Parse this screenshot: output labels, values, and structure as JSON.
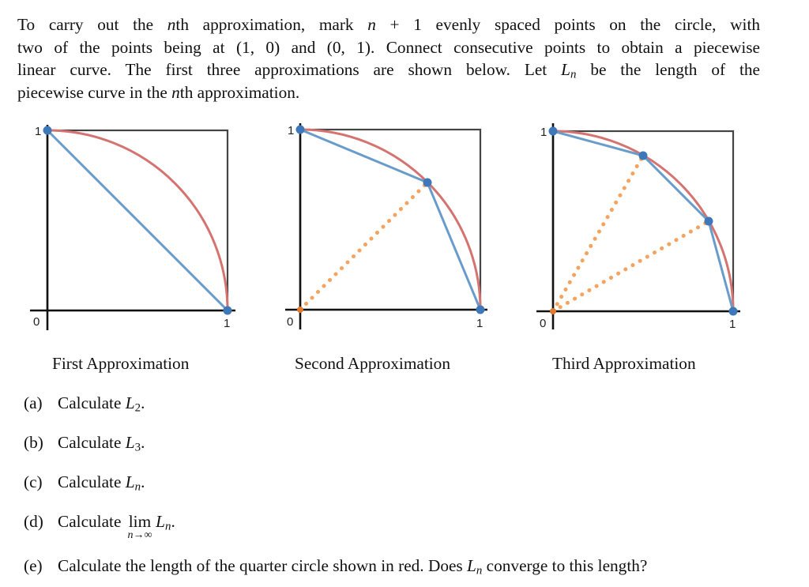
{
  "intro": {
    "lines": [
      [
        "To carry out the ",
        "n",
        "th approximation, mark ",
        "n",
        " + 1 evenly spaced points on the circle, with"
      ],
      [
        "two of the points being at (1, 0) and (0, 1). Connect consecutive points to obtain a piecewise"
      ],
      [
        "linear curve. The first three approximations are shown below. Let ",
        "L",
        "n",
        " be the length of the"
      ],
      [
        "piecewise curve in the ",
        "n",
        "th approximation."
      ]
    ]
  },
  "figures": [
    {
      "caption": "First Approximation",
      "n": 1,
      "tick_x0": "0",
      "tick_x1": "1",
      "tick_y1": "1"
    },
    {
      "caption": "Second Approximation",
      "n": 2,
      "tick_x0": "0",
      "tick_x1": "1",
      "tick_y1": "1"
    },
    {
      "caption": "Third Approximation",
      "n": 3,
      "tick_x0": "0",
      "tick_x1": "1",
      "tick_y1": "1"
    }
  ],
  "colors": {
    "circle": "#d47370",
    "polyline": "#6a9ccb",
    "points": "#3f78b8",
    "radii": "#f5a35e",
    "axes": "#111111",
    "box": "#444444"
  },
  "questions": [
    {
      "label": "(a)",
      "text": "Calculate ",
      "math": "L",
      "sub": "2",
      "tail": "."
    },
    {
      "label": "(b)",
      "text": "Calculate ",
      "math": "L",
      "sub": "3",
      "tail": "."
    },
    {
      "label": "(c)",
      "text": "Calculate ",
      "math": "L",
      "sub": "n",
      "tail": "."
    },
    {
      "label": "(d)",
      "text": "Calculate ",
      "lim": "lim",
      "lim_under": "n→∞",
      "math": "L",
      "sub": "n",
      "tail": "."
    },
    {
      "label": "(e)",
      "text": "Calculate the length of the quarter circle shown in red. Does ",
      "math": "L",
      "sub": "n",
      "tail": " converge to this length?"
    }
  ]
}
